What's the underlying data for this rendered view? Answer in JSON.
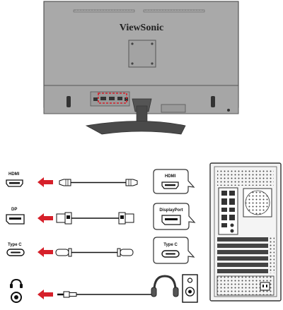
{
  "monitor": {
    "brand": "ViewSonic"
  },
  "ports": {
    "hdmi": {
      "label": "HDMI"
    },
    "dp": {
      "label": "DP"
    },
    "typec": {
      "label": "Type C"
    }
  },
  "bubbles": {
    "hdmi": "HDMI",
    "displayport": "DisplayPort",
    "typec": "Type C"
  },
  "colors": {
    "arrow": "#d6202a",
    "monitor_body": "#a9a9a9",
    "monitor_dark": "#4a4a4a",
    "port_highlight": "#d6202a",
    "bubble_border": "#333333"
  },
  "icons": {
    "audio": "headphone-jack-icon",
    "headphones": "headphones-icon",
    "speaker": "speaker-icon",
    "pc": "desktop-tower-icon"
  }
}
